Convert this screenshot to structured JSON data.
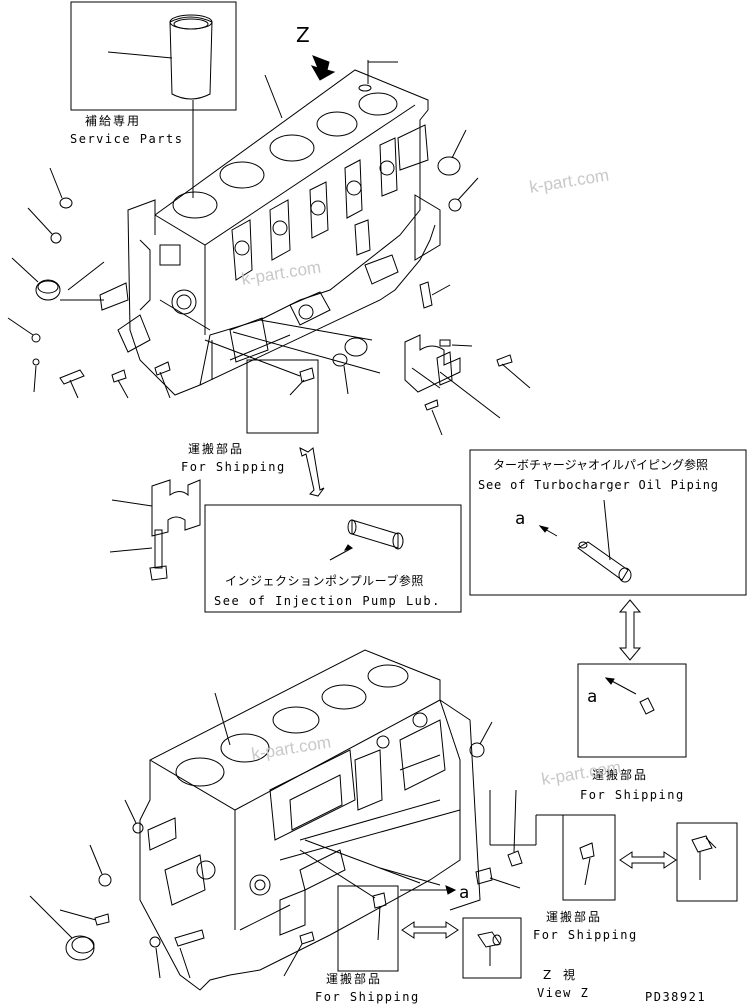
{
  "labels": {
    "service_parts_jp": "補給専用",
    "service_parts_en": "Service Parts",
    "view_marker_top": "Z",
    "shipping1_jp": "運搬部品",
    "shipping1_en": "For Shipping",
    "injection_jp": "インジェクションポンプルーブ参照",
    "injection_en": "See of Injection Pump Lub.",
    "turbo_jp": "ターボチャージャオイルパイピング参照",
    "turbo_en": "See of Turbocharger Oil Piping",
    "turbo_a": "a",
    "box_a": "a",
    "shipping2_jp": "運搬部品",
    "shipping2_en": "For Shipping",
    "shipping3_jp": "運搬部品",
    "shipping3_en": "For Shipping",
    "shipping4_jp": "運搬部品",
    "shipping4_en": "For Shipping",
    "lower_a": "a",
    "viewz_jp": "Z 視",
    "viewz_en": "View Z",
    "drawing_no": "PD38921"
  },
  "watermarks": [
    "k-part.com",
    "k-part.com",
    "k-part.com",
    "k-part.com"
  ]
}
